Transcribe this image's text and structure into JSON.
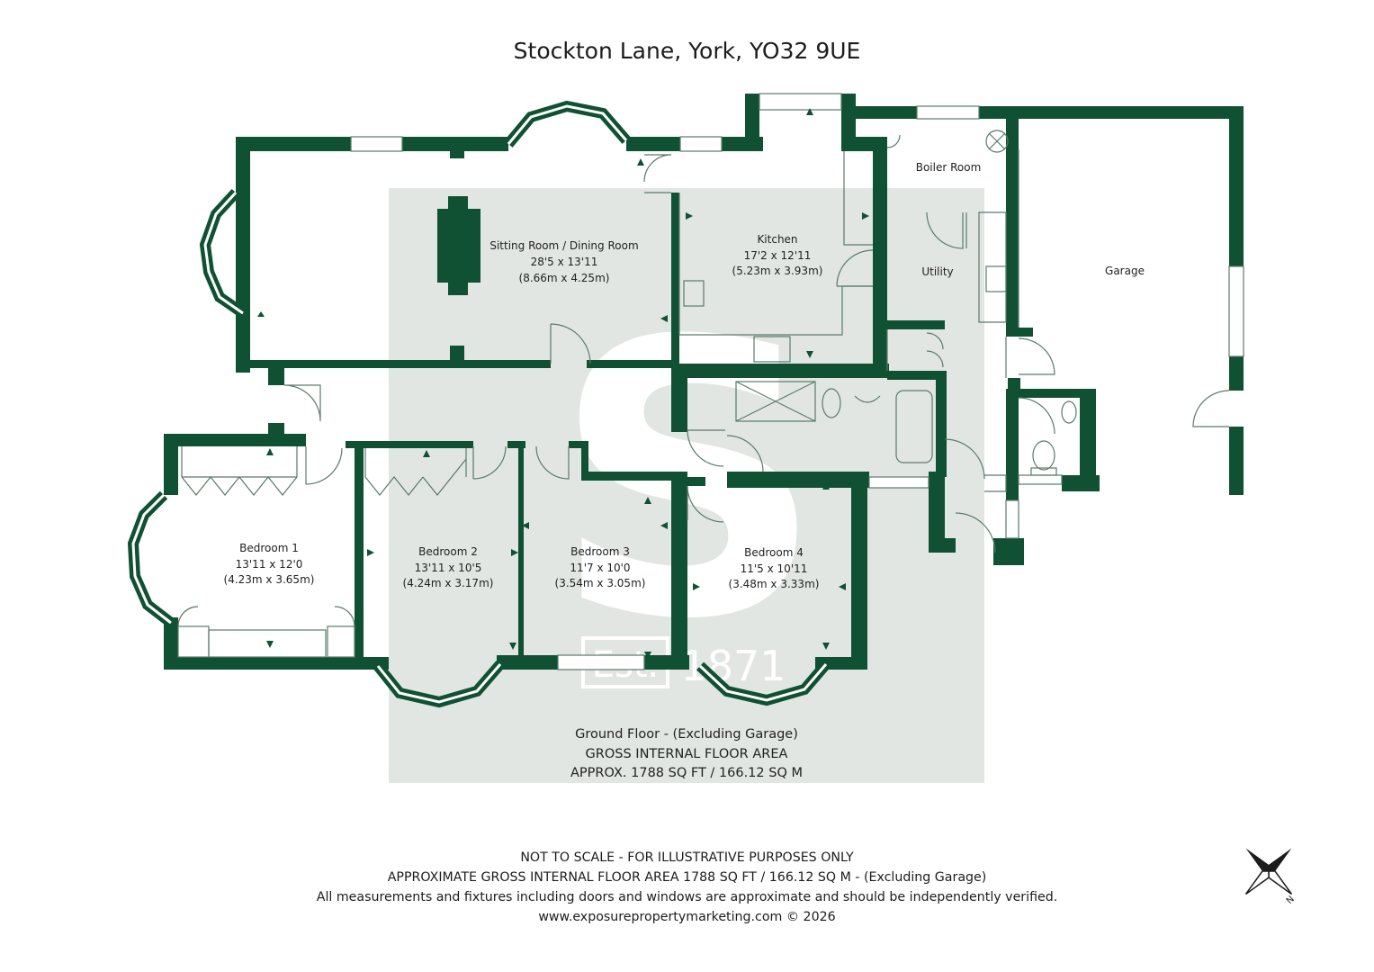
{
  "header": {
    "title": "Stockton Lane, York, YO32 9UE"
  },
  "watermark": {
    "brand_letter": "S",
    "est_label": "Est.",
    "est_year": "1871"
  },
  "rooms": {
    "sitting": {
      "name": "Sitting Room / Dining Room",
      "imperial": "28'5 x 13'11",
      "metric": "(8.66m x 4.25m)"
    },
    "kitchen": {
      "name": "Kitchen",
      "imperial": "17'2 x 12'11",
      "metric": "(5.23m x 3.93m)"
    },
    "boiler": {
      "name": "Boiler Room"
    },
    "utility": {
      "name": "Utility"
    },
    "garage": {
      "name": "Garage"
    },
    "bedroom1": {
      "name": "Bedroom 1",
      "imperial": "13'11 x 12'0",
      "metric": "(4.23m x 3.65m)"
    },
    "bedroom2": {
      "name": "Bedroom 2",
      "imperial": "13'11 x 10'5",
      "metric": "(4.24m x 3.17m)"
    },
    "bedroom3": {
      "name": "Bedroom 3",
      "imperial": "11'7 x 10'0",
      "metric": "(3.54m x 3.05m)"
    },
    "bedroom4": {
      "name": "Bedroom 4",
      "imperial": "11'5 x 10'11",
      "metric": "(3.48m x 3.33m)"
    }
  },
  "floor_area": {
    "line1": "Ground Floor - (Excluding Garage)",
    "line2": "GROSS INTERNAL FLOOR AREA",
    "line3": "APPROX. 1788 SQ FT / 166.12 SQ M"
  },
  "footer": {
    "line1": "NOT TO SCALE - FOR ILLUSTRATIVE PURPOSES ONLY",
    "line2": "APPROXIMATE GROSS INTERNAL FLOOR AREA 1788 SQ FT / 166.12 SQ M - (Excluding Garage)",
    "line3": "All measurements and fixtures including doors and windows are approximate and should be independently verified.",
    "line4": "www.exposurepropertymarketing.com © 2026"
  },
  "compass": {
    "north_label": "N"
  },
  "colors": {
    "wall": "#0f5132",
    "watermark_bg": "#e2e6e3",
    "text": "#222222"
  }
}
